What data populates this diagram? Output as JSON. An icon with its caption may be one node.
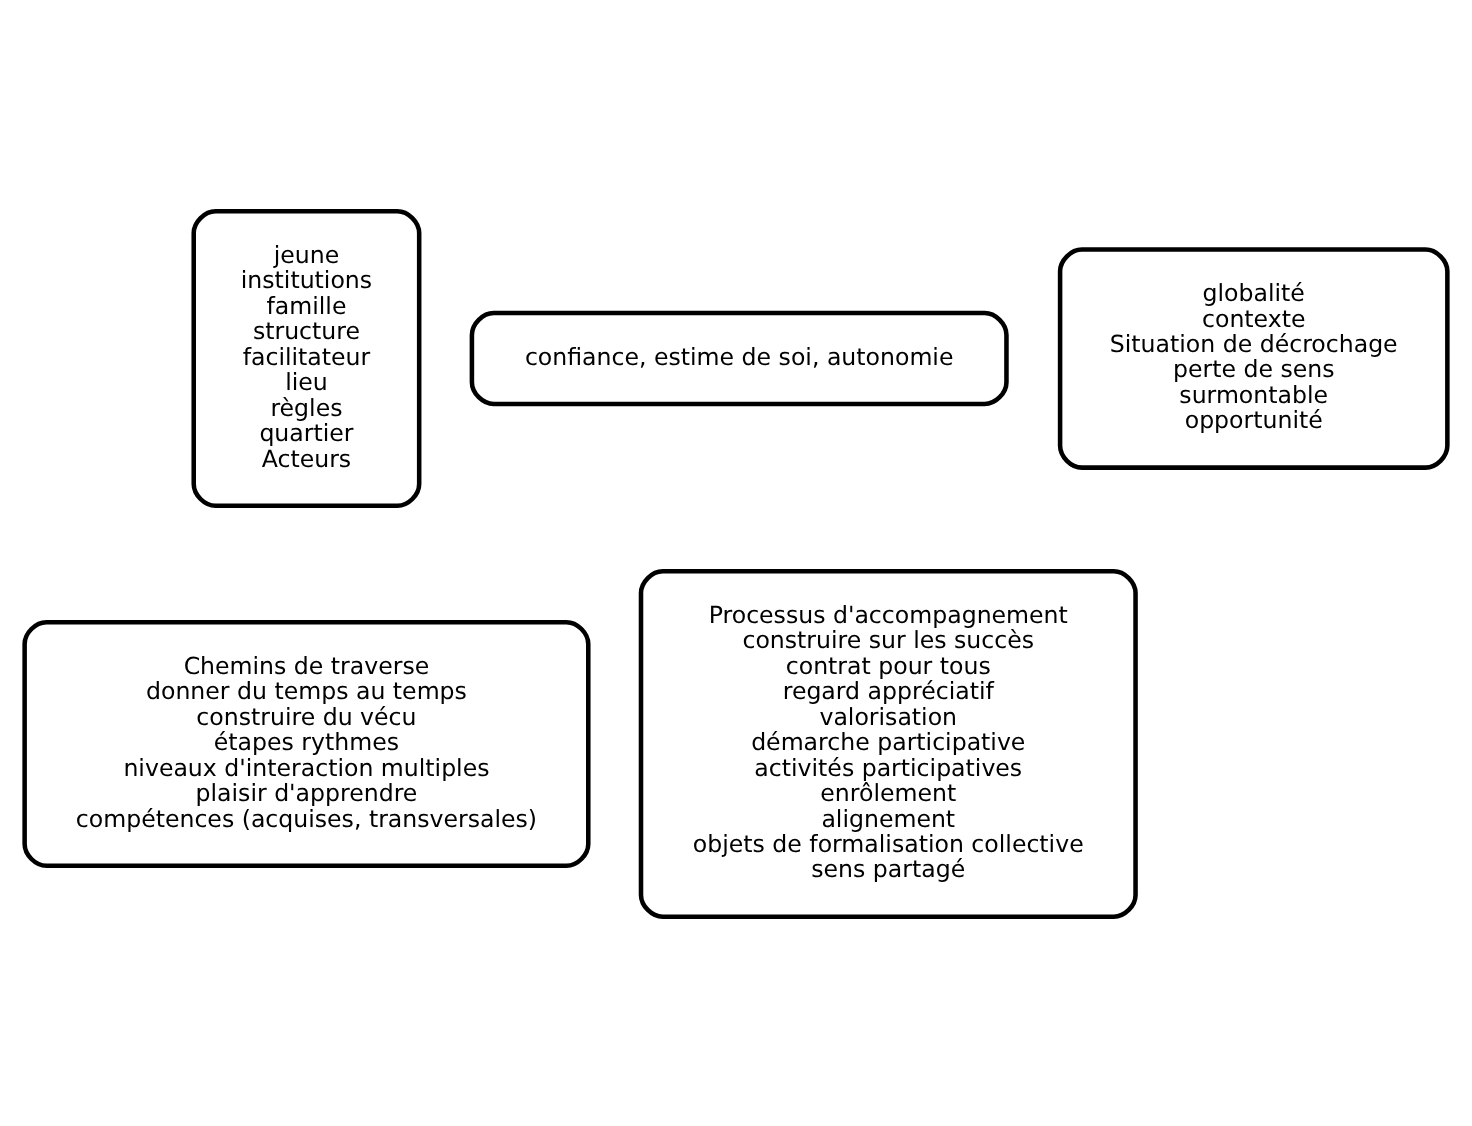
{
  "diagram": {
    "nodes": [
      {
        "text": [
          "jeune",
          "institutions",
          "famille",
          "structure",
          "facilitateur",
          "lieu",
          "règles",
          "quartier",
          "Acteurs"
        ]
      },
      {
        "text": [
          "confiance, estime de soi, autonomie"
        ]
      },
      {
        "text": [
          "globalité",
          "contexte",
          "Situation de décrochage",
          "perte de sens",
          "surmontable",
          "opportunité"
        ]
      },
      {
        "text": [
          "Chemins de traverse",
          "donner du temps au temps",
          "construire du vécu",
          "étapes rythmes",
          "niveaux d'interaction multiples",
          "plaisir d'apprendre",
          "compétences (acquises, transversales)"
        ]
      },
      {
        "text": [
          "Processus d'accompagnement",
          "construire sur les succès",
          "contrat pour tous",
          "regard appréciatif",
          "valorisation",
          "démarche participative",
          "activités participatives",
          "enrôlement",
          "alignement",
          "objets de formalisation collective",
          "sens partagé"
        ]
      }
    ],
    "edges": []
  }
}
